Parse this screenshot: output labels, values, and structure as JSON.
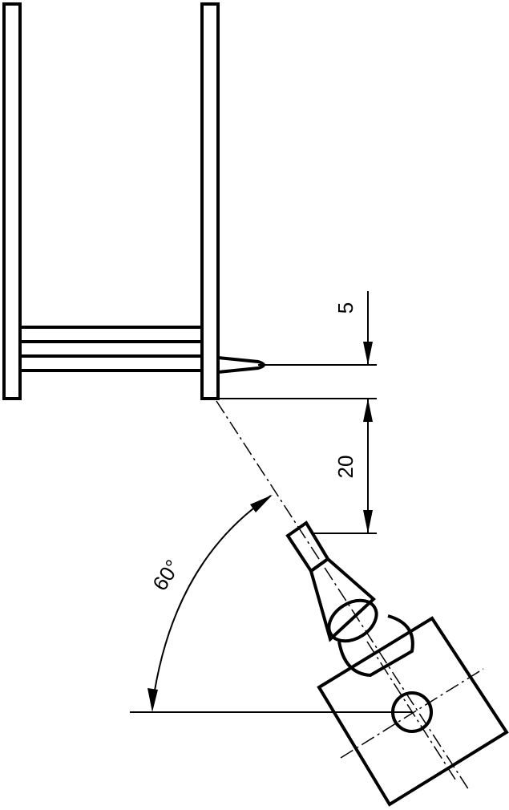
{
  "dimensions": {
    "gap_top": "5",
    "gap_main": "20",
    "angle": "60°"
  },
  "colors": {
    "line": "#000000",
    "background": "#ffffff"
  }
}
